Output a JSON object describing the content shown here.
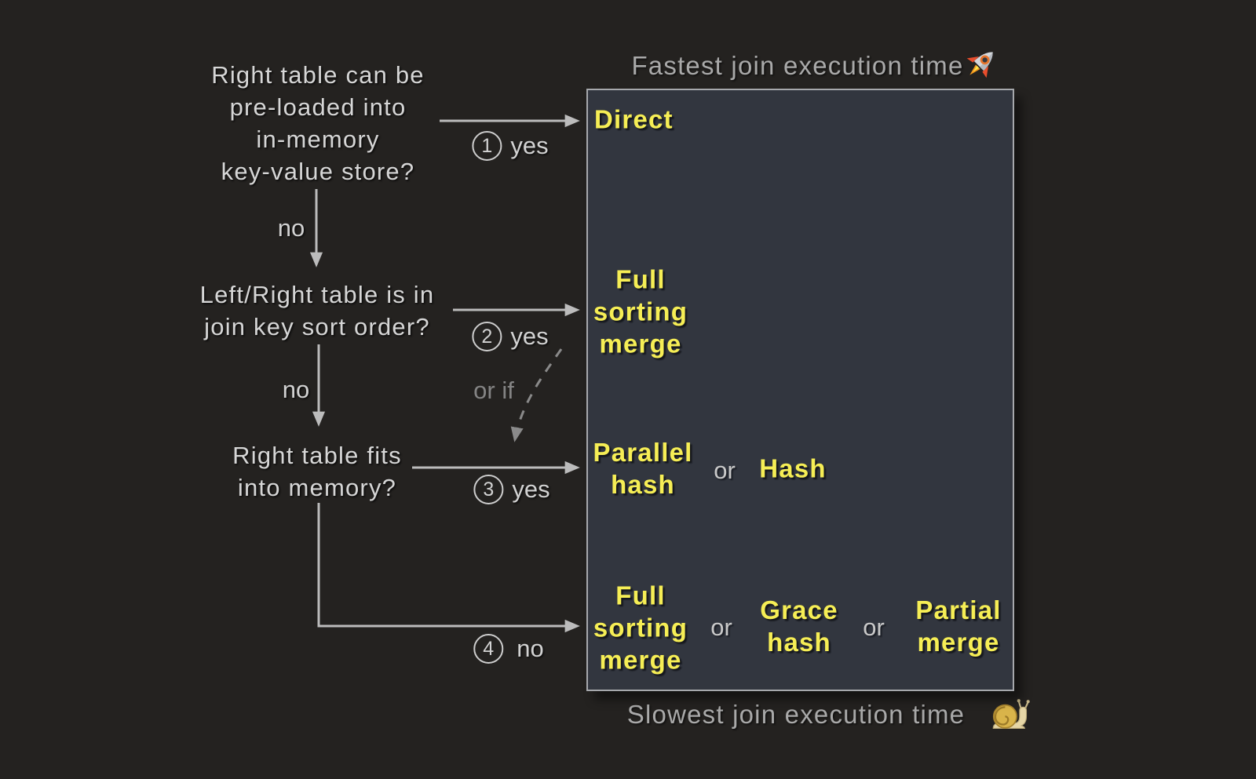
{
  "titles": {
    "fastest": "Fastest join execution time",
    "slowest": "Slowest join execution time"
  },
  "icons": {
    "rocket": "rocket-emoji",
    "snail": "snail-emoji"
  },
  "questions": [
    "Right table can be\npre-loaded into\nin-memory\nkey-value store?",
    "Left/Right table is in\njoin key sort order?",
    "Right table fits\ninto memory?"
  ],
  "branch_labels": {
    "no_after_q1": "no",
    "no_after_q2": "no",
    "or_if": "or if",
    "steps": [
      {
        "num": "1",
        "answer": "yes"
      },
      {
        "num": "2",
        "answer": "yes"
      },
      {
        "num": "3",
        "answer": "yes"
      },
      {
        "num": "4",
        "answer": "no"
      }
    ]
  },
  "panel": {
    "direct": "Direct",
    "row2_full_sorting_merge": "Full\nsorting\nmerge",
    "row3_parallel_hash": "Parallel\nhash",
    "row3_or": "or",
    "row3_hash": "Hash",
    "row4_full_sorting_merge": "Full\nsorting\nmerge",
    "row4_or1": "or",
    "row4_grace_hash": "Grace\nhash",
    "row4_or2": "or",
    "row4_partial_merge": "Partial\nmerge"
  },
  "colors": {
    "background": "#242220",
    "panel_fill": "#32363f",
    "panel_border": "#a6a8ac",
    "algorithm_text": "#f6ee55",
    "question_text": "#d6d6d6",
    "title_text": "#a9a9a9",
    "arrow": "#bcbcbc",
    "dashed_arrow": "#8a8a8a"
  }
}
